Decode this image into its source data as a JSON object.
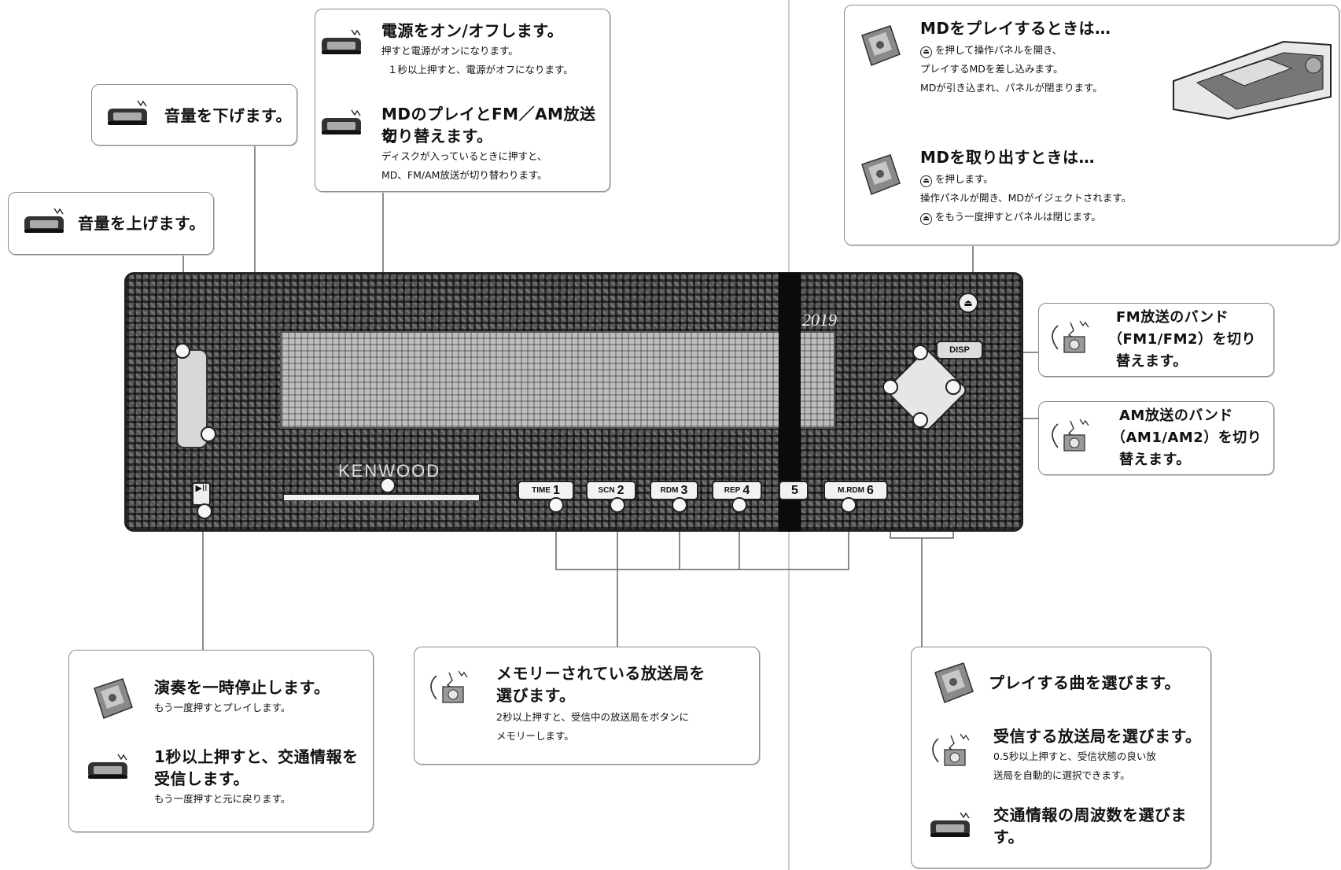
{
  "icons": {
    "remote": "remote-control-icon",
    "md_disc": "md-disc-icon",
    "tuner": "radio-tuner-icon"
  },
  "callouts": {
    "power": {
      "title": "電源をオン/オフします。",
      "line1": "押すと電源がオンになります。",
      "line2": "１秒以上押すと、電源がオフになります。"
    },
    "source": {
      "title1": "MDのプレイとFM／AM放送を",
      "title2": "切り替えます。",
      "line1": "ディスクが入っているときに押すと、",
      "line2": "MD、FM/AM放送が切り替わります。"
    },
    "volume_down": {
      "title": "音量を下げます。"
    },
    "volume_up": {
      "title": "音量を上げます。"
    },
    "md_play": {
      "title": "MDをプレイするときは…",
      "line1": "を押して操作パネルを開き、",
      "line2": "プレイするMDを差し込みます。",
      "line3": "MDが引き込まれ、パネルが閉まります。"
    },
    "md_eject": {
      "title": "MDを取り出すときは…",
      "line1": "を押します。",
      "line2": "操作パネルが開き、MDがイジェクトされます。",
      "line3": "をもう一度押すとパネルは閉じます。"
    },
    "fm_band": {
      "line1": "FM放送のバンド",
      "line2": "（FM1/FM2）を切り",
      "line3": "替えます。"
    },
    "am_band": {
      "line1": "AM放送のバンド",
      "line2": "（AM1/AM2）を切り",
      "line3": "替えます。"
    },
    "pause": {
      "title1": "演奏を一時停止します。",
      "sub1": "もう一度押すとプレイします。",
      "title2a": "1秒以上押すと、交通情報を",
      "title2b": "受信します。",
      "sub2": "もう一度押すと元に戻ります。"
    },
    "preset": {
      "title1": "メモリーされている放送局を",
      "title2": "選びます。",
      "line1": "2秒以上押すと、受信中の放送局をボタンに",
      "line2": "メモリーします。"
    },
    "select": {
      "title1": "プレイする曲を選びます。",
      "title2": "受信する放送局を選びます。",
      "line1": "0.5秒以上押すと、受信状態の良い放",
      "line2": "送局を自動的に選択できます。",
      "title3a": "交通情報の周波数を選びま",
      "title3b": "す。"
    }
  },
  "device": {
    "brand": "KENWOOD",
    "model": "2019",
    "disp_label": "DISP",
    "eject_symbol": "⏏",
    "pause_symbol": "▶II",
    "presets": [
      {
        "sub": "TIME",
        "num": "1"
      },
      {
        "sub": "SCN",
        "num": "2"
      },
      {
        "sub": "RDM",
        "num": "3"
      },
      {
        "sub": "REP",
        "num": "4"
      },
      {
        "sub": "",
        "num": "5"
      },
      {
        "sub": "M.RDM",
        "num": "6"
      }
    ]
  }
}
